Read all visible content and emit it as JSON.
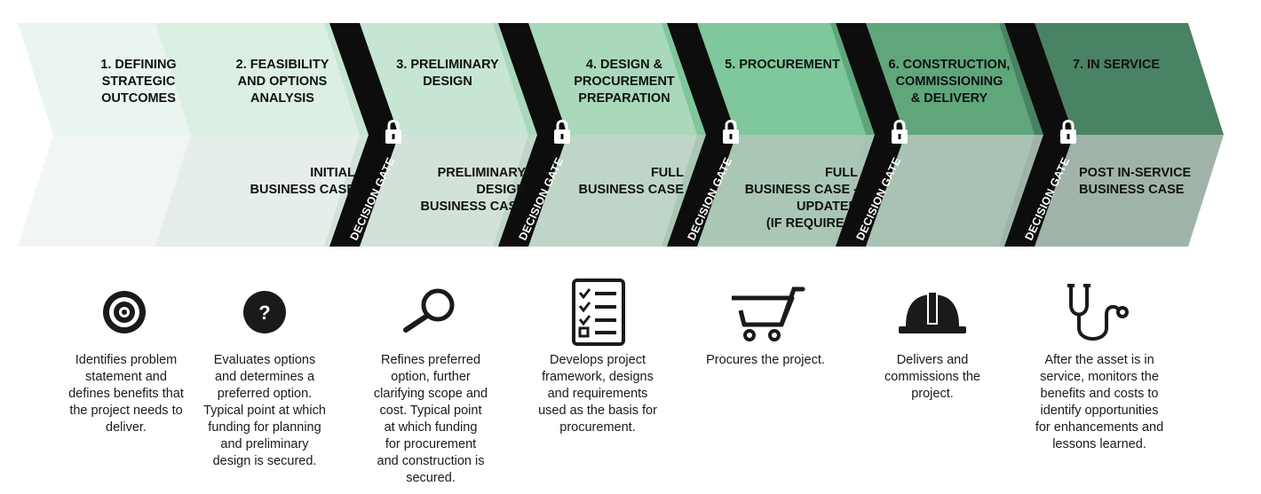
{
  "stages": [
    {
      "title": "1. DEFINING\nSTRATEGIC\nOUTCOMES",
      "case": "",
      "icon": "target-icon",
      "description": "Identifies problem\nstatement and\ndefines benefits that\nthe project needs to\ndeliver."
    },
    {
      "title": "2. FEASIBILITY\nAND OPTIONS\nANALYSIS",
      "case": "INITIAL\nBUSINESS CASE",
      "icon": "question-icon",
      "description": "Evaluates options\nand determines a\npreferred option.\nTypical point at which\nfunding for planning\nand preliminary\ndesign is secured."
    },
    {
      "title": "3. PRELIMINARY\nDESIGN",
      "case": "PRELIMINARY\nDESIGN\nBUSINESS CASE",
      "icon": "magnifier-icon",
      "description": "Refines preferred\noption, further\nclarifying scope and\ncost. Typical point\nat which funding\nfor procurement\nand construction is\nsecured."
    },
    {
      "title": "4. DESIGN &\nPROCUREMENT\nPREPARATION",
      "case": "FULL\nBUSINESS CASE",
      "icon": "checklist-icon",
      "description": "Develops project\nframework, designs\nand requirements\nused as the basis for\nprocurement."
    },
    {
      "title": "5. PROCUREMENT",
      "case": "FULL\nBUSINESS CASE -\nUPDATED\n(IF REQUIRED)",
      "icon": "cart-icon",
      "description": "Procures the project."
    },
    {
      "title": "6. CONSTRUCTION,\nCOMMISSIONING\n& DELIVERY",
      "case": "",
      "icon": "hardhat-icon",
      "description": "Delivers and\ncommissions the\nproject."
    },
    {
      "title": "7. IN SERVICE",
      "case": "POST IN-SERVICE\nBUSINESS CASE",
      "icon": "stethoscope-icon",
      "description": "After the asset is in\nservice, monitors the\nbenefits and costs to\nidentify opportunities\nfor enhancements and\nlessons learned."
    }
  ],
  "gate_label": "DECISION GATE",
  "colors": {
    "stage_top": [
      "#eaf5ef",
      "#dcefe3",
      "#c6e5d2",
      "#a9d8bb",
      "#7fc79c",
      "#5fa67b",
      "#4a8264"
    ],
    "stage_bottom": [
      "#f1f6f3",
      "#e6eee9",
      "#d3e2d9",
      "#bfd5c7",
      "#aac7b5",
      "#a9c2b3",
      "#a0b3a8"
    ],
    "gate": "#0d0d0d",
    "icon": "#1a1a1a"
  }
}
